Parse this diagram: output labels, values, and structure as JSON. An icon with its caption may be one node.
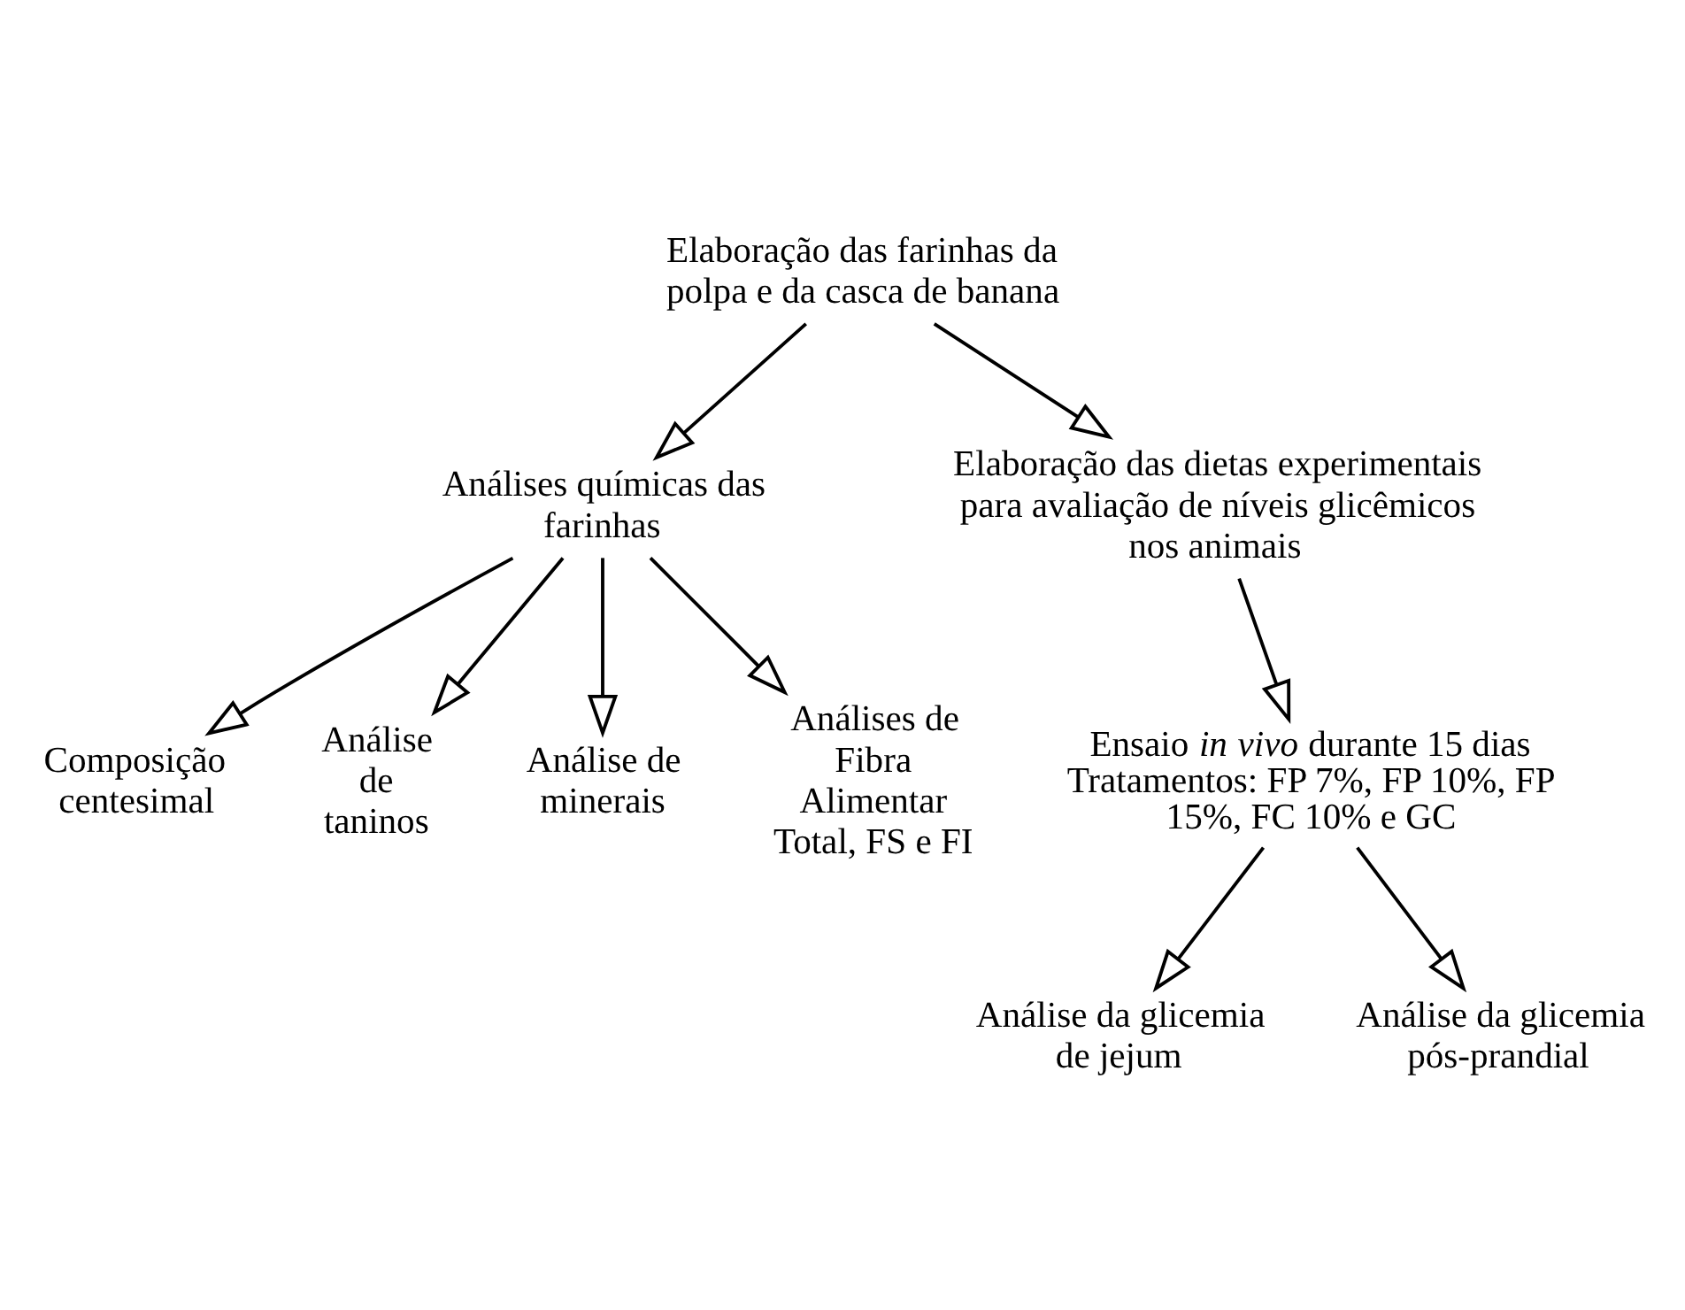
{
  "diagram": {
    "nodes": [
      {
        "text": [
          "Elaboração das farinhas da polpa e da casca de banana"
        ]
      },
      {
        "text": [
          "Análises químicas das farinhas"
        ]
      },
      {
        "text": [
          "Elaboração das dietas experimentais para avaliação de níveis glicêmicos nos animais"
        ]
      },
      {
        "text": [
          "Composição centesimal"
        ]
      },
      {
        "text": [
          "Análise de taninos"
        ]
      },
      {
        "text": [
          "Análise de minerais"
        ]
      },
      {
        "text": [
          "Análises de Fibra Alimentar Total, FS e FI"
        ]
      },
      {
        "text": [
          "Ensaio *in vivo* durante 15 dias",
          "Tratamentos: FP 7%, FP 10%, FP 15%, FC 10% e GC"
        ]
      },
      {
        "text": [
          "Análise da glicemia de jejum"
        ]
      },
      {
        "text": [
          "Análise da glicemia pós-prandial"
        ]
      }
    ],
    "edges": [
      {
        "from": 0,
        "to": 1,
        "arrow": "to"
      },
      {
        "from": 0,
        "to": 2,
        "arrow": "to"
      },
      {
        "from": 1,
        "to": 3,
        "arrow": "to"
      },
      {
        "from": 1,
        "to": 4,
        "arrow": "to"
      },
      {
        "from": 1,
        "to": 5,
        "arrow": "to"
      },
      {
        "from": 1,
        "to": 6,
        "arrow": "to"
      },
      {
        "from": 2,
        "to": 7,
        "arrow": "to"
      },
      {
        "from": 7,
        "to": 8,
        "arrow": "to"
      },
      {
        "from": 7,
        "to": 9,
        "arrow": "to"
      }
    ]
  }
}
